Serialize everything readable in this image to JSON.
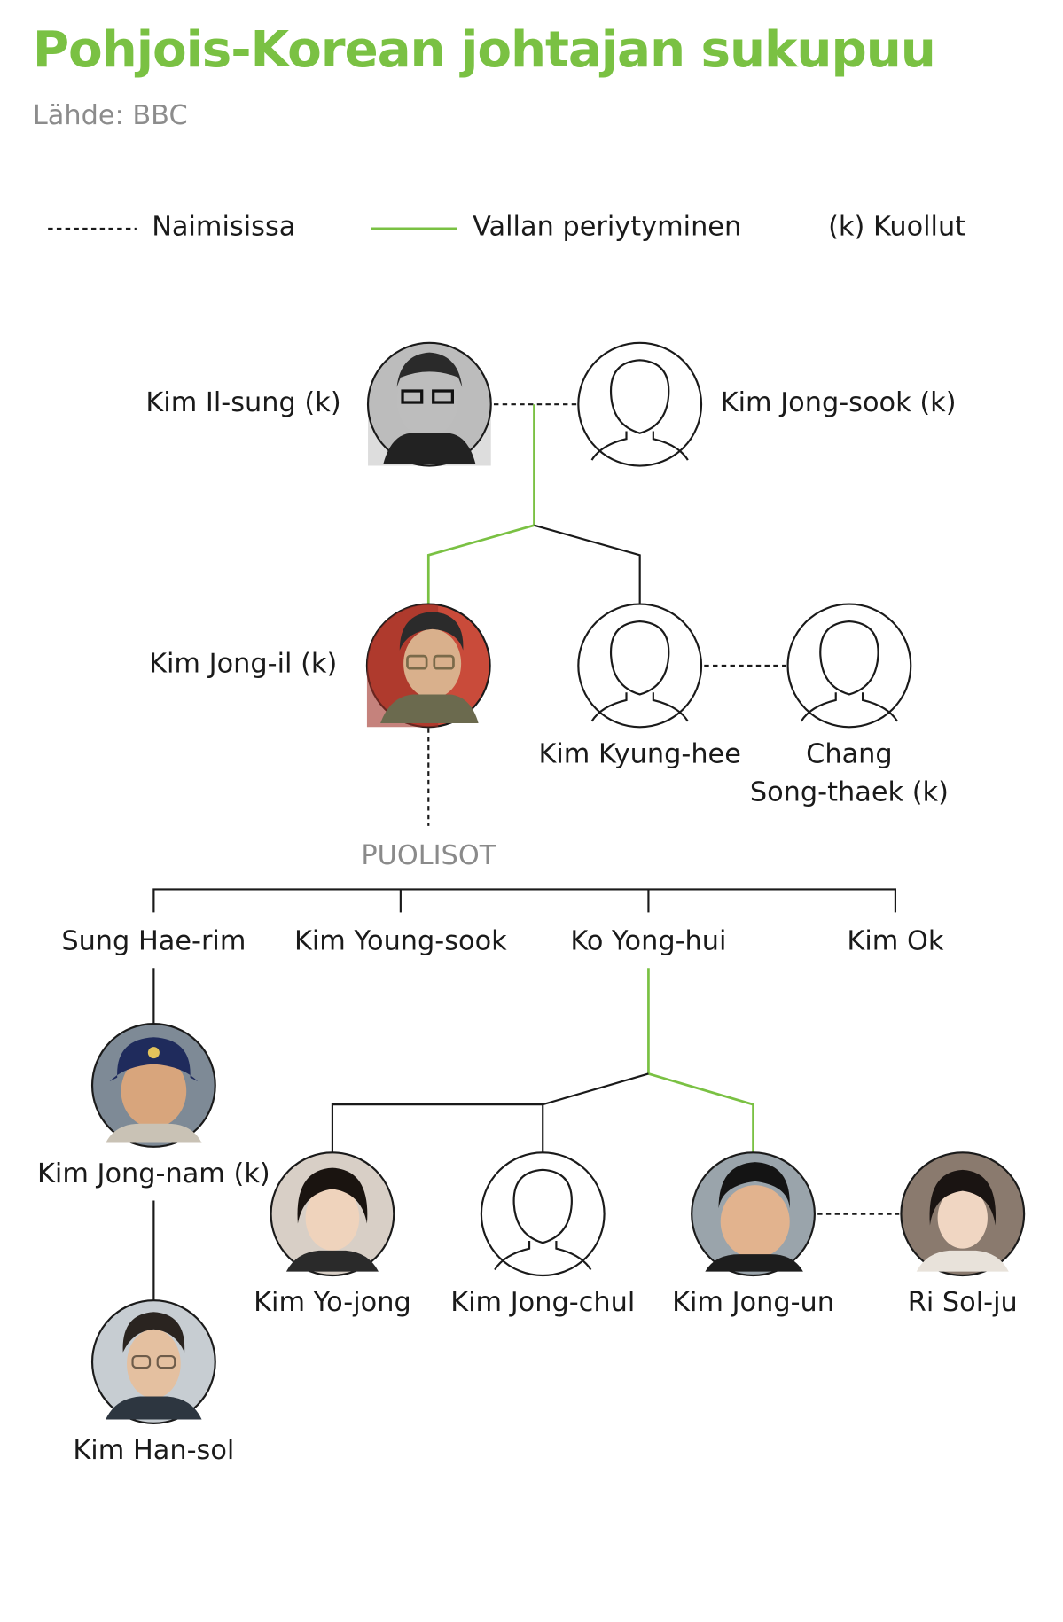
{
  "title": "Pohjois-Korean johtajan sukupuu",
  "source": "Lähde: BBC",
  "legend": {
    "married": "Naimisissa",
    "succession": "Vallan periytyminen",
    "deceased": "(k) Kuollut"
  },
  "colors": {
    "accent": "#7ac143",
    "line": "#1a1a1a",
    "muted": "#8a8a8a"
  },
  "spouses_heading": "PUOLISOT",
  "people": {
    "kim_il_sung": "Kim Il-sung (k)",
    "kim_jong_sook": "Kim Jong-sook (k)",
    "kim_jong_il": "Kim Jong-il (k)",
    "kim_kyung_hee": "Kim Kyung-hee",
    "chang_song_thaek_1": "Chang",
    "chang_song_thaek_2": "Song-thaek (k)",
    "sung_hae_rim": "Sung Hae-rim",
    "kim_young_sook": "Kim Young-sook",
    "ko_yong_hui": "Ko Yong-hui",
    "kim_ok": "Kim Ok",
    "kim_jong_nam": "Kim Jong-nam (k)",
    "kim_yo_jong": "Kim Yo-jong",
    "kim_jong_chul": "Kim Jong-chul",
    "kim_jong_un": "Kim Jong-un",
    "ri_sol_ju": "Ri Sol-ju",
    "kim_han_sol": "Kim Han-sol"
  }
}
